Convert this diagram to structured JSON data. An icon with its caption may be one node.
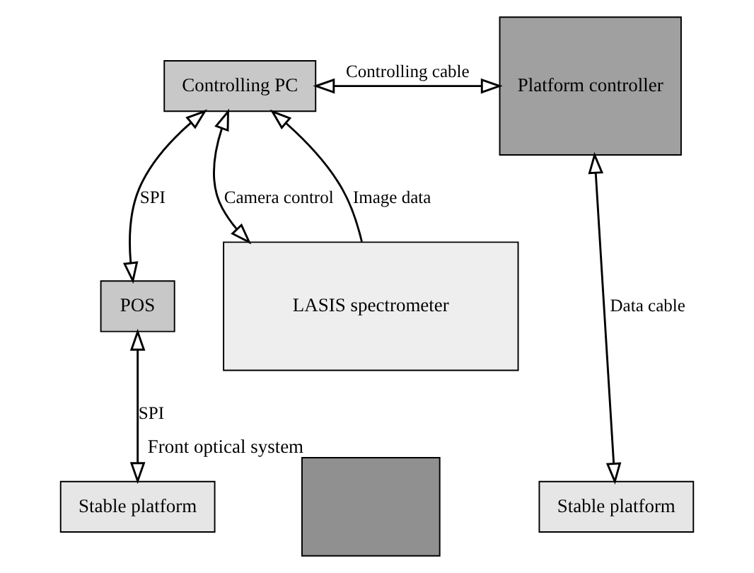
{
  "diagram": {
    "nodes": [
      {
        "text": [
          "Controlling PC"
        ]
      },
      {
        "text": [
          "Platform controller"
        ]
      },
      {
        "text": [
          "POS"
        ]
      },
      {
        "text": [
          "LASIS spectrometer"
        ]
      },
      {
        "text": [
          "Stable platform"
        ]
      },
      {
        "text": [
          "Stable platform"
        ]
      },
      {
        "text": [],
        "shape": "box",
        "beside": [
          "Front optical system"
        ]
      }
    ],
    "edges": [
      {
        "from": 0,
        "to": 1,
        "arrow": "both",
        "label": "Controlling cable"
      },
      {
        "from": 0,
        "to": 2,
        "arrow": "both",
        "label": "SPI"
      },
      {
        "from": 0,
        "to": 3,
        "arrow": "both",
        "label": "Camera control"
      },
      {
        "from": 3,
        "to": 0,
        "arrow": "to",
        "label": "Image data"
      },
      {
        "from": 1,
        "to": 5,
        "arrow": "both",
        "label": "Data cable"
      },
      {
        "from": 2,
        "to": 4,
        "arrow": "both",
        "label": "SPI"
      }
    ]
  }
}
